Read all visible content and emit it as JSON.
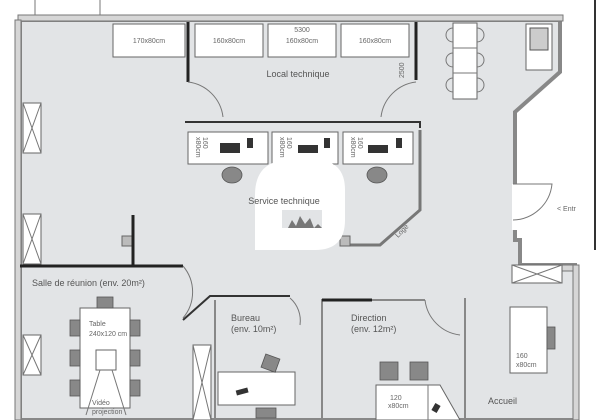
{
  "floor_plan": {
    "top_desks": [
      "170x80cm",
      "160x80cm",
      "160x80cm",
      "160x80cm"
    ],
    "top_dimension": "5300",
    "side_dimension": "2500",
    "rooms": {
      "local_technique": "Local technique",
      "service_technique": "Service technique",
      "salle_reunion": "Salle de réunion (env. 20m²)",
      "bureau_line1": "Bureau",
      "bureau_line2": "(env. 10m²)",
      "direction_line1": "Direction",
      "direction_line2": "(env. 12m²)",
      "accueil": "Accueil"
    },
    "tech_desks": [
      {
        "line1": "160",
        "line2": "x80cm"
      },
      {
        "line1": "160",
        "line2": "x80cm"
      },
      {
        "line1": "160",
        "line2": "x80cm"
      }
    ],
    "meeting_table_line1": "Table",
    "meeting_table_line2": "240x120 cm",
    "projection_line1": "Vidéo",
    "projection_line2": "projection",
    "storage_label": "Loge",
    "accueil_desk": {
      "line1": "160",
      "line2": "x80cm"
    },
    "direction_desk": {
      "line1": "120",
      "line2": "x80cm"
    },
    "entrance_label": "< Entr"
  }
}
